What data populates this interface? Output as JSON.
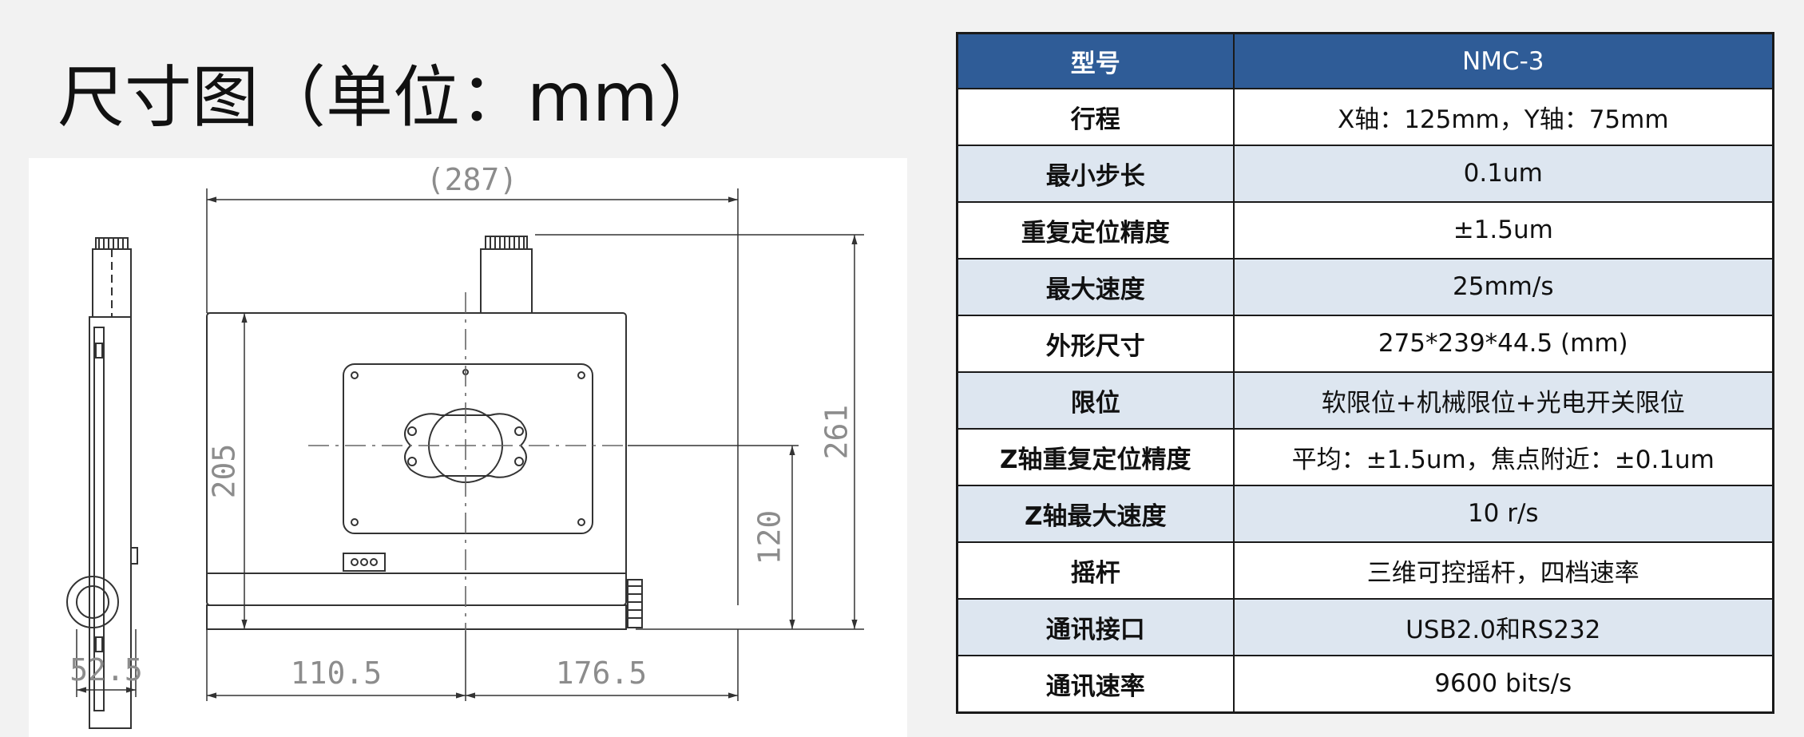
{
  "title": "尺寸图（单位：mm）",
  "colors": {
    "header_bg": "#2f5c97",
    "row_alt_bg": "#dde6f0",
    "dimension_text": "#8c8c8c"
  },
  "drawing": {
    "dimensions": {
      "top_width": "(287)",
      "left_height": "205",
      "right_total_height": "261",
      "right_partial_height": "120",
      "side_width": "52.5",
      "bottom_left": "110.5",
      "bottom_right": "176.5"
    }
  },
  "table": {
    "header": {
      "label": "型号",
      "value": "NMC-3"
    },
    "rows": [
      {
        "label": "行程",
        "value": "X轴：125mm，Y轴：75mm"
      },
      {
        "label": "最小步长",
        "value": "0.1um"
      },
      {
        "label": "重复定位精度",
        "value": "±1.5um"
      },
      {
        "label": "最大速度",
        "value": "25mm/s"
      },
      {
        "label": "外形尺寸",
        "value": "275*239*44.5 (mm)"
      },
      {
        "label": "限位",
        "value": "软限位+机械限位+光电开关限位"
      },
      {
        "label": "Z轴重复定位精度",
        "value": "平均：±1.5um，焦点附近：±0.1um"
      },
      {
        "label": "Z轴最大速度",
        "value": "10 r/s"
      },
      {
        "label": "摇杆",
        "value": "三维可控摇杆，四档速率"
      },
      {
        "label": "通讯接口",
        "value": "USB2.0和RS232"
      },
      {
        "label": "通讯速率",
        "value": "9600 bits/s"
      }
    ]
  }
}
